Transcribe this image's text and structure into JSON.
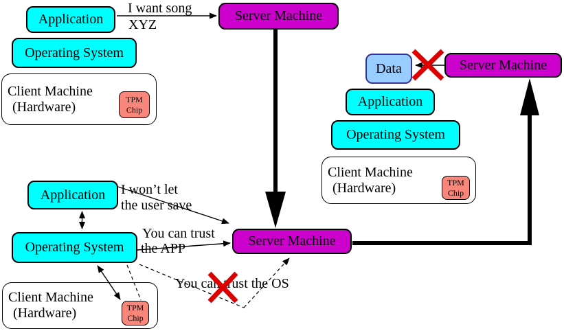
{
  "colors": {
    "box_cyan": "#00ffff",
    "box_magenta": "#cc00cc",
    "tpm_salmon": "#f8867a",
    "data_blue": "#99ccff",
    "data_border_blue": "#333399",
    "cross_red": "#dd0000",
    "line_black": "#000000"
  },
  "servers": {
    "top": "Server Machine",
    "right": "Server Machine",
    "bottom": "Server Machine"
  },
  "data_box": {
    "label": "Data"
  },
  "stack_top_left": {
    "application": "Application",
    "operating_system": "Operating System",
    "machine_line1": "Client Machine",
    "machine_line2": "(Hardware)",
    "tpm_line1": "TPM",
    "tpm_line2": "Chip"
  },
  "stack_bottom_left": {
    "application": "Application",
    "operating_system": "Operating System",
    "machine_line1": "Client Machine",
    "machine_line2": "(Hardware)",
    "tpm_line1": "TPM",
    "tpm_line2": "Chip"
  },
  "stack_right": {
    "application": "Application",
    "operating_system": "Operating System",
    "machine_line1": "Client Machine",
    "machine_line2": "(Hardware)",
    "tpm_line1": "TPM",
    "tpm_line2": "Chip"
  },
  "messages": {
    "want_song_line1": "I want song",
    "want_song_line2": "XYZ",
    "wont_let_line1": "I won’t let",
    "wont_let_line2": "the user save",
    "trust_app_line1": "You can trust",
    "trust_app_line2": "the APP",
    "trust_os": "You can trust the OS"
  }
}
